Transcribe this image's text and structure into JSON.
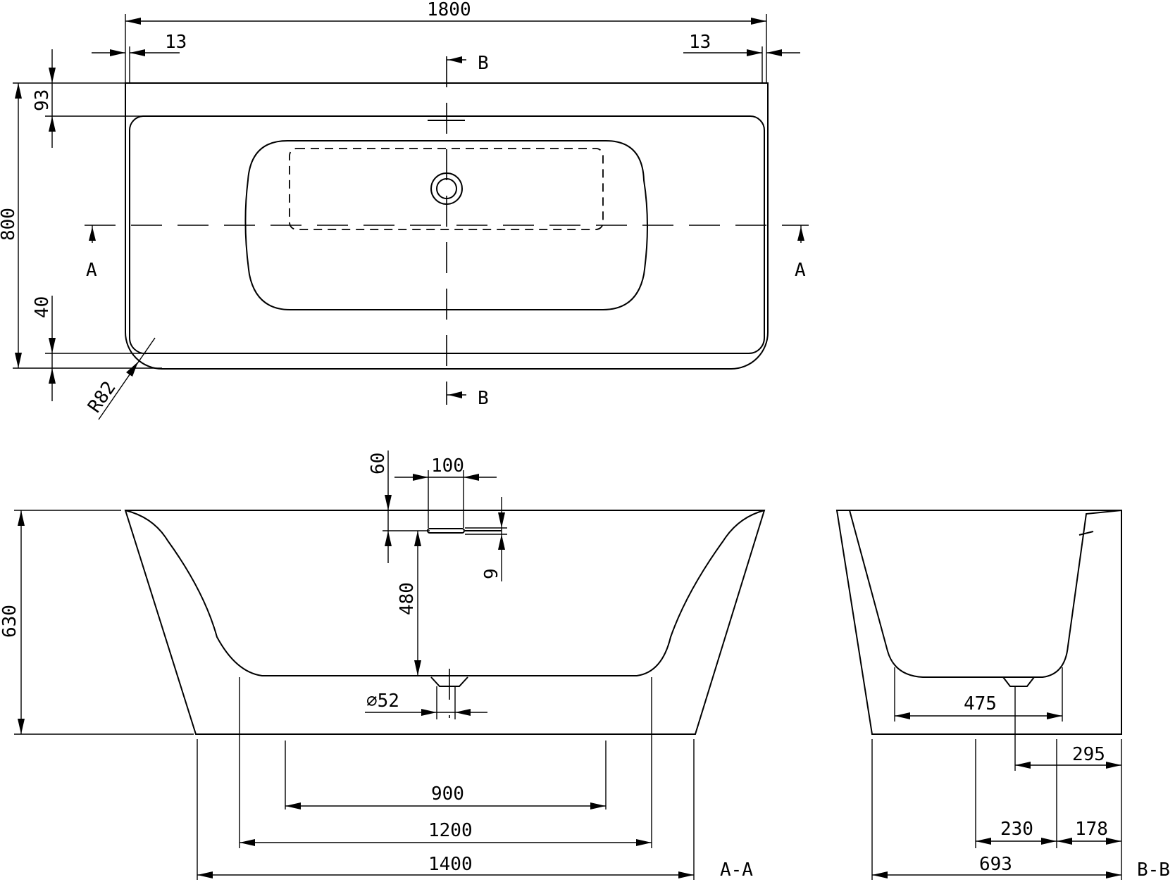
{
  "plan": {
    "dims": {
      "length": "1800",
      "wall_left": "13",
      "wall_right": "13",
      "width": "800",
      "rim_top": "93",
      "rim_bottom": "40",
      "radius": "R82"
    },
    "section_marks": {
      "a_left": "A",
      "a_right": "A",
      "b_top": "B",
      "b_bottom": "B"
    }
  },
  "section_aa": {
    "label": "A-A",
    "dims": {
      "height": "630",
      "overflow_depth": "60",
      "overflow_width": "100",
      "overflow_slot": "9",
      "overflow_height": "480",
      "drain_dia": "⌀52",
      "d900": "900",
      "d1200": "1200",
      "d1400": "1400"
    }
  },
  "section_bb": {
    "label": "B-B",
    "dims": {
      "d475": "475",
      "d295": "295",
      "d230": "230",
      "d178": "178",
      "d693": "693"
    }
  }
}
